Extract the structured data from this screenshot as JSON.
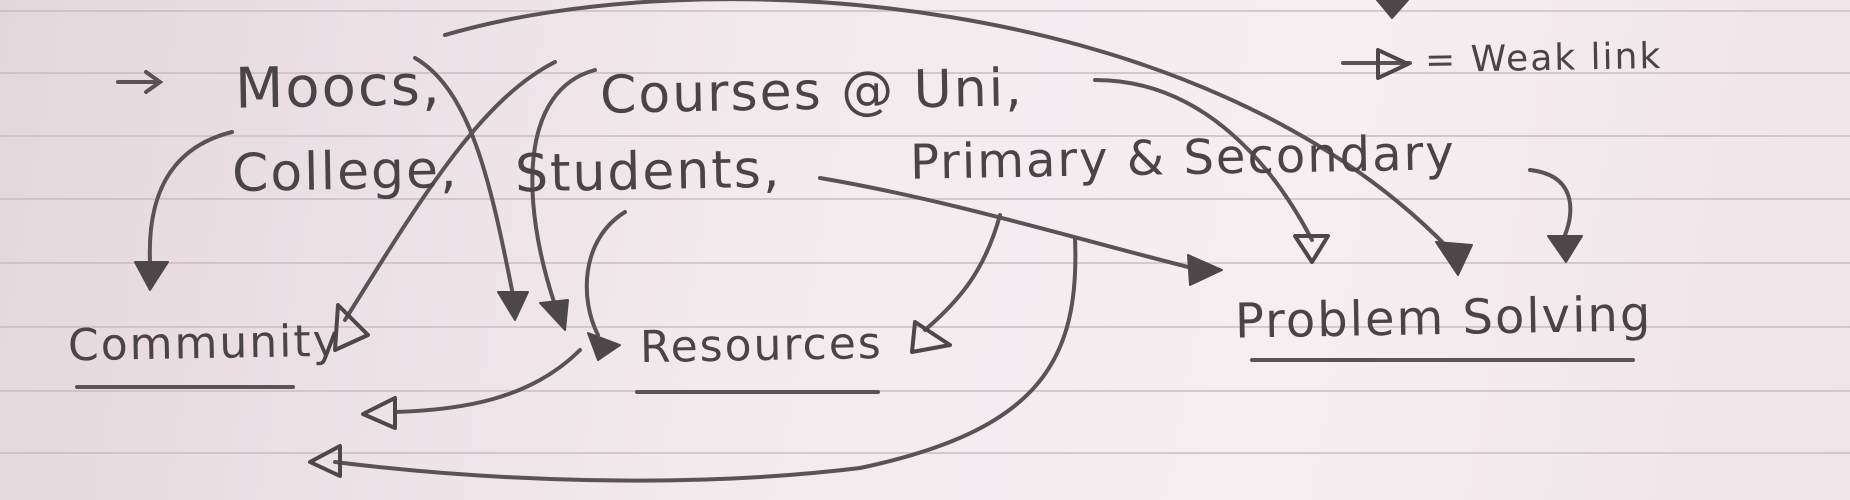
{
  "notes": {
    "source_label": "Moocs,",
    "unis_label": "Courses @ Uni,",
    "college_label": "College,",
    "students_label": "Students,",
    "schools_label": "Primary & Secondary",
    "community_label": "Community",
    "resources_label": "Resources",
    "problem_solving_label": "Problem Solving"
  },
  "legend": {
    "weak_link_label": "= Weak link"
  },
  "colors": {
    "paper": "#f1e7ea",
    "ink": "#4a4446",
    "ruled_line": "#c9bcc2"
  }
}
